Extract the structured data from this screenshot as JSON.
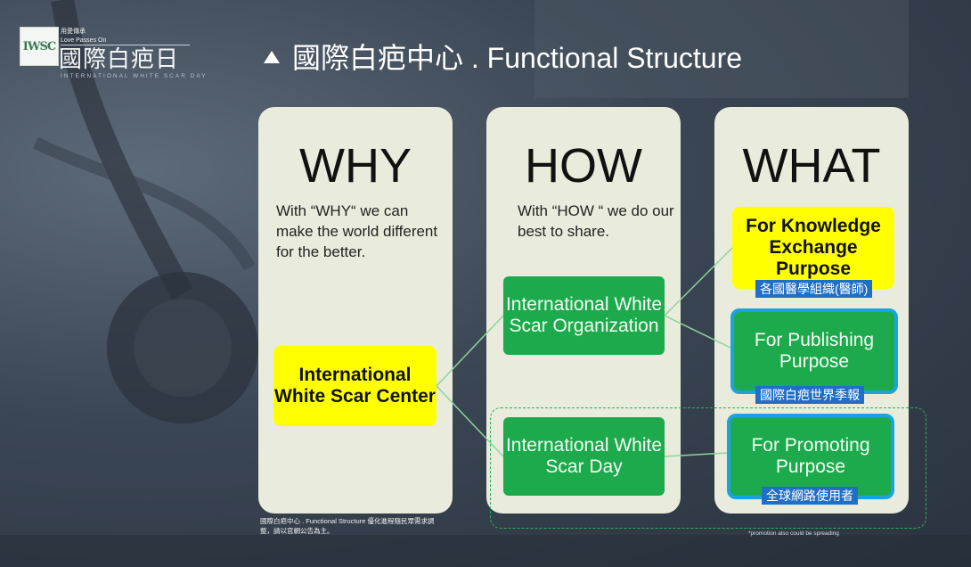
{
  "brand": {
    "logo_text": "IWSC",
    "sub_chinese": "用愛傳承",
    "sub_english": "Love Passes On",
    "main_chinese": "國際白疤日",
    "tagline": "INTERNATIONAL WHITE SCAR DAY"
  },
  "slide": {
    "title": "國際白疤中心 . Functional Structure"
  },
  "columns": {
    "why": {
      "heading": "WHY",
      "description": "With “WHY“ we can make the world different for the better."
    },
    "how": {
      "heading": "HOW",
      "description": "With “HOW “ we do our best to share."
    },
    "what": {
      "heading": "WHAT"
    }
  },
  "boxes": {
    "center": "International White Scar Center",
    "organization": "International White Scar Organization",
    "day": "International White Scar Day",
    "knowledge": "For Knowledge Exchange Purpose",
    "publishing": "For Publishing Purpose",
    "promoting": "For Promoting Purpose"
  },
  "tags": {
    "knowledge": "各國醫學組織(醫師)",
    "publishing": "國際白疤世界季報",
    "promoting": "全球網路使用者"
  },
  "footnote": "國際白疤中心 . Functional Structure  優化進程隨民眾需求調整，請以官網公告為主。",
  "promotion_note": "*promotion also could be spreading",
  "colors": {
    "yellow": "#ffff00",
    "green": "#1daa4d",
    "blue_tag": "#1f6fc6",
    "cyan_border": "#1aa3e0",
    "panel": "#e9ecdc"
  }
}
